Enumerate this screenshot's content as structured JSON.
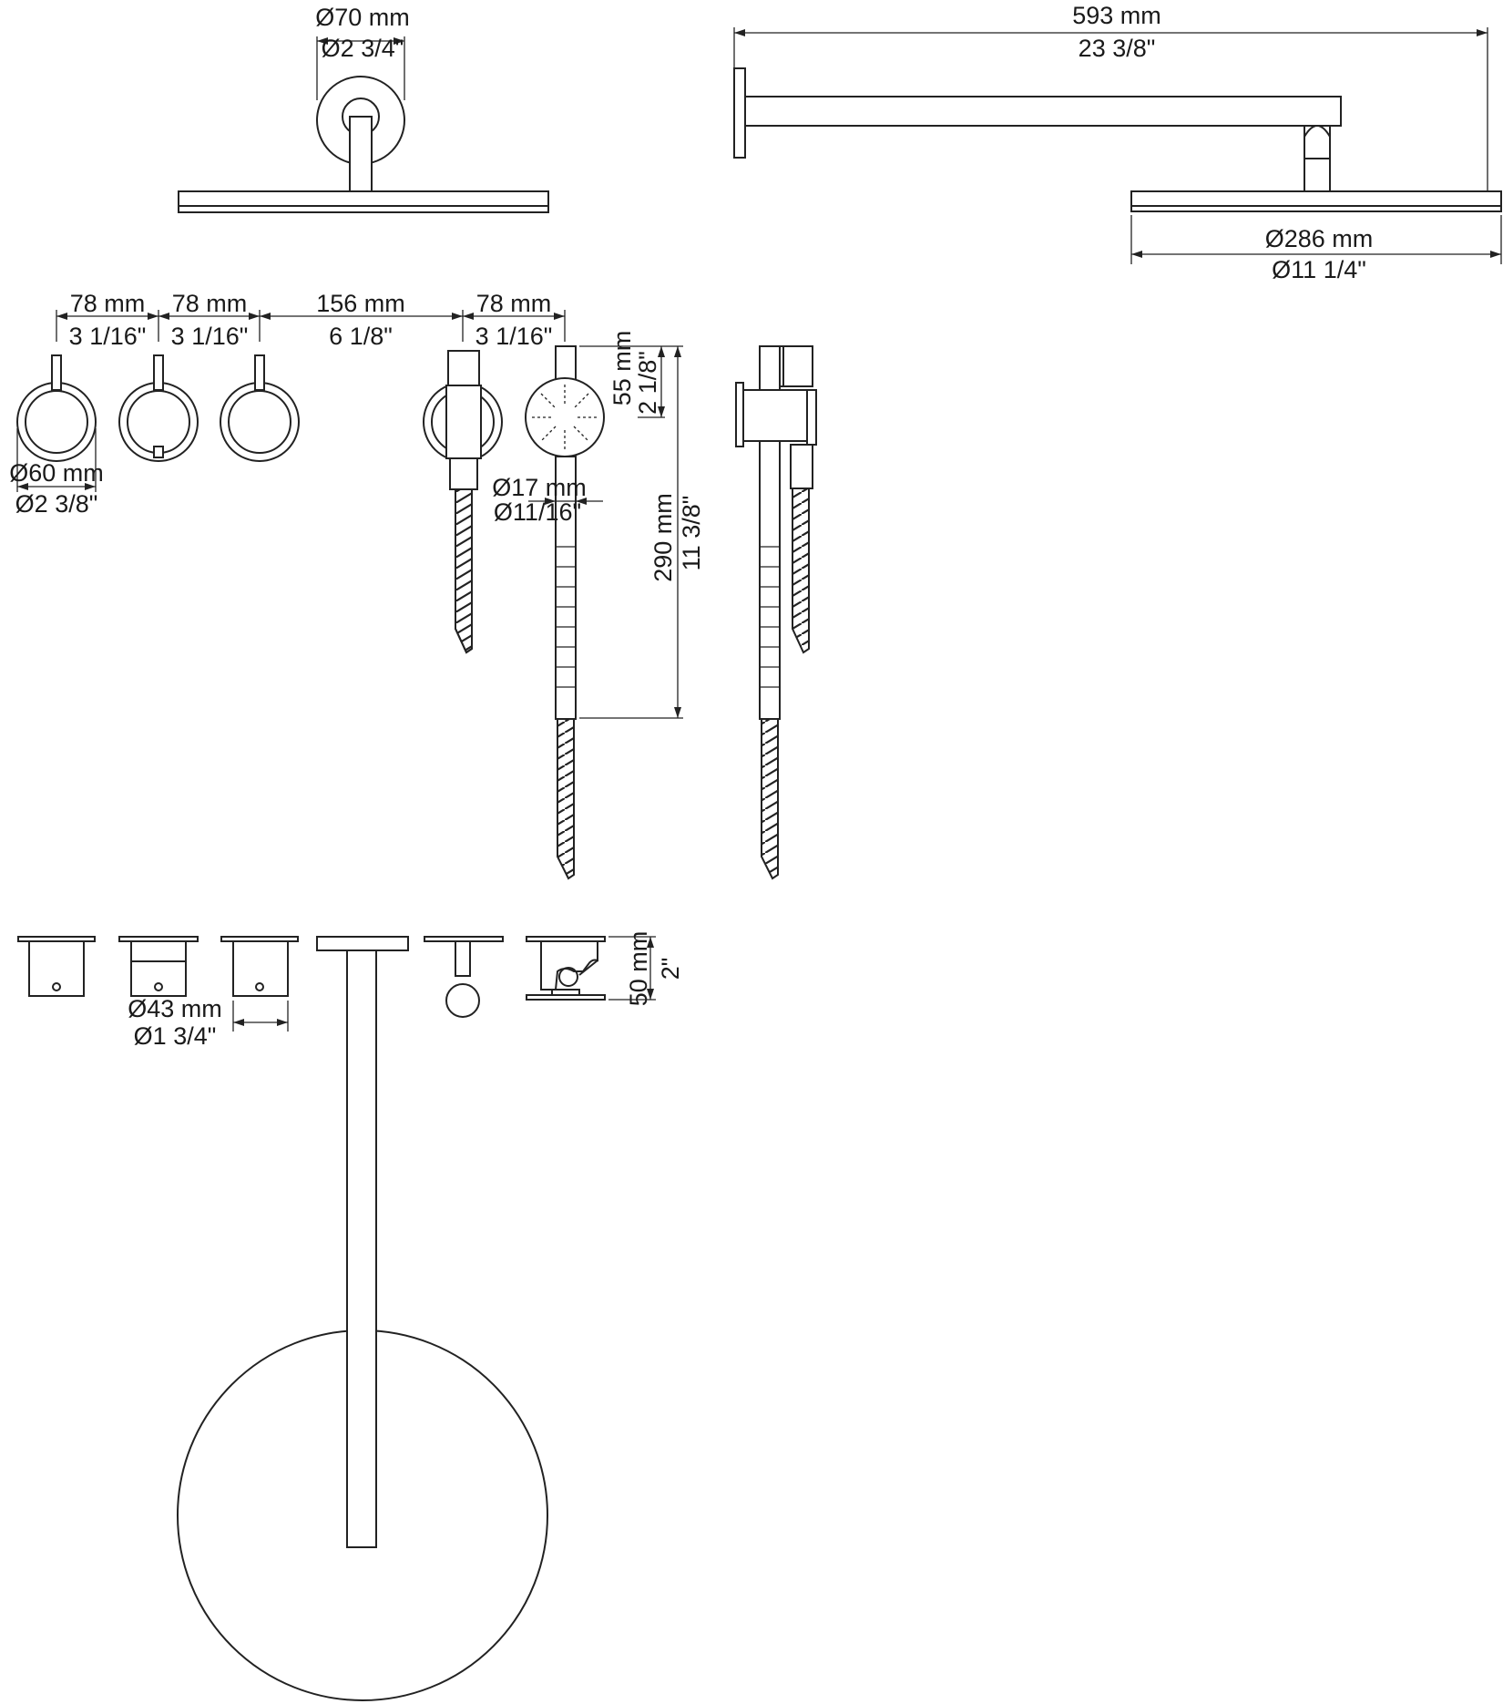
{
  "dimensions": {
    "arm_flange_mm": "Ø70 mm",
    "arm_flange_in": "Ø2 3/4\"",
    "arm_length_mm": "593 mm",
    "arm_length_in": "23 3/8\"",
    "head_diameter_mm": "Ø286 mm",
    "head_diameter_in": "Ø11 1/4\"",
    "spacing1_mm": "78 mm",
    "spacing1_in": "3 1/16\"",
    "spacing2_mm": "78 mm",
    "spacing2_in": "3 1/16\"",
    "spacing3_mm": "156 mm",
    "spacing3_in": "6 1/8\"",
    "spacing4_mm": "78 mm",
    "spacing4_in": "3 1/16\"",
    "handle_head_mm": "55 mm",
    "handle_head_in": "2 1/8\"",
    "handle_length_mm": "290 mm",
    "handle_length_in": "11 3/8\"",
    "knob_rosette_mm": "Ø60 mm",
    "knob_rosette_in": "Ø2 3/8\"",
    "handle_dia_mm": "Ø17 mm",
    "handle_dia_in": "Ø11/16\"",
    "knob_body_mm": "Ø43 mm",
    "knob_body_in": "Ø1 3/4\"",
    "projection_mm": "50 mm",
    "projection_in": "2\""
  }
}
